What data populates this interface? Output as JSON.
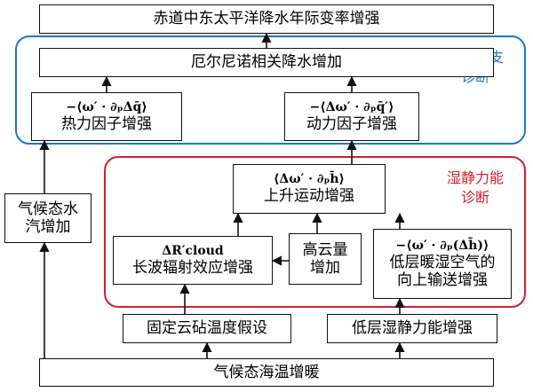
{
  "title": "赤道中东太平洋降水年际变率增强",
  "groups": {
    "moisture": {
      "label_line1": "水汽收支",
      "label_line2": "诊断",
      "color": "#1a7bc0"
    },
    "mse": {
      "label_line1": "湿静力能",
      "label_line2": "诊断",
      "color": "#d42030"
    }
  },
  "nodes": {
    "enso": "厄尔尼诺相关降水增加",
    "thermo_formula": "−⟨ω′ · ∂ₚΔq̄⟩",
    "thermo": "热力因子增强",
    "dyn_formula": "−⟨Δω′ · ∂ₚq̄′⟩",
    "dyn": "动力因子增强",
    "ascent_formula": "⟨Δω′ · ∂ₚh̄⟩",
    "ascent": "上升运动增强",
    "lw_formula": "ΔR′cloud",
    "lw": "长波辐射效应增强",
    "highcloud_line1": "高云量",
    "highcloud_line2": "增加",
    "upward_formula": "−⟨ω′ · ∂ₚ(Δh̄)⟩",
    "upward_line1": "低层暖湿空气的",
    "upward_line2": "向上输送增强",
    "vapor_line1": "气候态水",
    "vapor_line2": "汽增加",
    "fixed_anvil": "固定云砧温度假设",
    "low_mse": "低层湿静力能增强",
    "sst": "气候态海温增暖"
  }
}
